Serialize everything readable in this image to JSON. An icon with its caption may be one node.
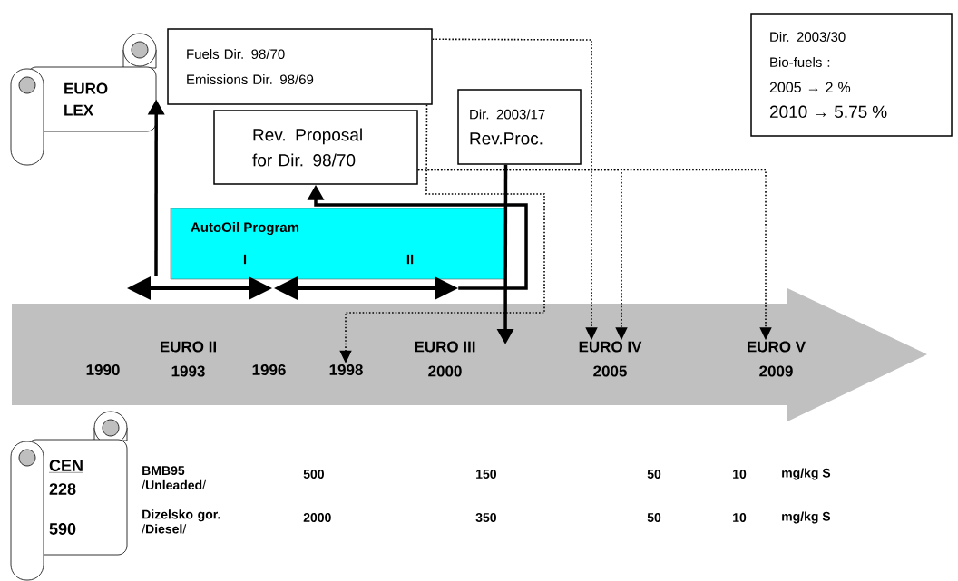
{
  "diagram": {
    "nodes": [
      {
        "text": [
          "EURO LEX"
        ]
      },
      {
        "text": [
          "Fuels Dir. 98/70",
          "Emissions Dir. 98/69"
        ]
      },
      {
        "text": [
          "Dir. 2003/17",
          "Rev.Proc."
        ]
      },
      {
        "text": [
          "Dir. 2003/30",
          "Bio-fuels :",
          "2005 → 2 %",
          "2010 → 5.75 %"
        ]
      },
      {
        "text": [
          "Rev. Proposal for Dir. 98/70"
        ]
      },
      {
        "text": [
          "AutoOil Program",
          "I",
          "II"
        ]
      },
      {
        "text": [],
        "shape": "arrow"
      },
      {
        "text": [
          "1990"
        ],
        "in": 6
      },
      {
        "text": [
          "EURO II 1993"
        ],
        "in": 6
      },
      {
        "text": [
          "1996"
        ],
        "in": 6
      },
      {
        "text": [
          "1998"
        ],
        "in": 6
      },
      {
        "text": [
          "EURO III 2000"
        ],
        "in": 6
      },
      {
        "text": [
          "EURO IV 2005"
        ],
        "in": 6
      },
      {
        "text": [
          "EURO V 2009"
        ],
        "in": 6
      },
      {
        "text": [
          "CEN",
          "228",
          "590"
        ]
      },
      {
        "text": [],
        "shape": "arrow"
      },
      {
        "text": [],
        "shape": "arrow"
      }
    ],
    "edges": [
      {
        "from": 15,
        "to": 0,
        "arrow": "to",
        "style": "thick"
      },
      {
        "from": 16,
        "to": 4,
        "arrow": "to",
        "style": "thick"
      },
      {
        "from": 2,
        "to": null,
        "arrow": "to",
        "style": "thick"
      },
      {
        "from": 1,
        "to": 10,
        "arrow": "to",
        "style": "dashed"
      },
      {
        "from": 1,
        "to": 12,
        "arrow": "to",
        "style": "dashed"
      },
      {
        "from": 4,
        "to": 12,
        "arrow": "to",
        "style": "dashed"
      },
      {
        "from": 4,
        "to": 13,
        "arrow": "to",
        "style": "dashed"
      }
    ],
    "labels": [
      "**BMB95** /**Unleaded**/",
      "500",
      "150",
      "50",
      "10",
      "mg/kg S",
      "**Dizelsko gor.** /**Diesel**/",
      "2000",
      "350",
      "50",
      "10",
      "mg/kg S"
    ]
  }
}
